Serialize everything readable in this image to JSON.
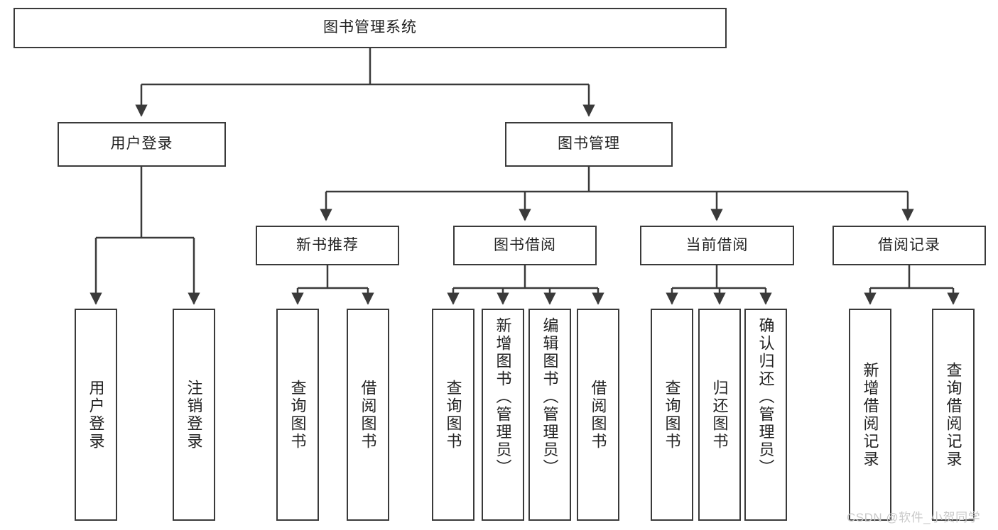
{
  "diagram": {
    "title": "图书管理系统",
    "stroke_color": "#3a3a3a",
    "text_color": "#222222",
    "background": "#ffffff",
    "root": {
      "label": "图书管理系统"
    },
    "level2": [
      {
        "label": "用户登录"
      },
      {
        "label": "图书管理"
      }
    ],
    "level3": [
      {
        "label": "新书推荐"
      },
      {
        "label": "图书借阅"
      },
      {
        "label": "当前借阅"
      },
      {
        "label": "借阅记录"
      }
    ],
    "leaves": {
      "user_login": [
        {
          "label": "用户登录"
        },
        {
          "label": "注销登录"
        }
      ],
      "new_book_rec": [
        {
          "label": "查询图书"
        },
        {
          "label": "借阅图书"
        }
      ],
      "book_borrow": [
        {
          "label": "查询图书"
        },
        {
          "label": "新增图书（管理员）"
        },
        {
          "label": "编辑图书（管理员）"
        },
        {
          "label": "借阅图书"
        }
      ],
      "current_borrow": [
        {
          "label": "查询图书"
        },
        {
          "label": "归还图书"
        },
        {
          "label": "确认归还（管理员）"
        }
      ],
      "borrow_record": [
        {
          "label": "新增借阅记录"
        },
        {
          "label": "查询借阅记录"
        }
      ]
    }
  },
  "watermark": {
    "text": "CSDN @软件_小贺同学",
    "color": "#c9c9c9"
  }
}
